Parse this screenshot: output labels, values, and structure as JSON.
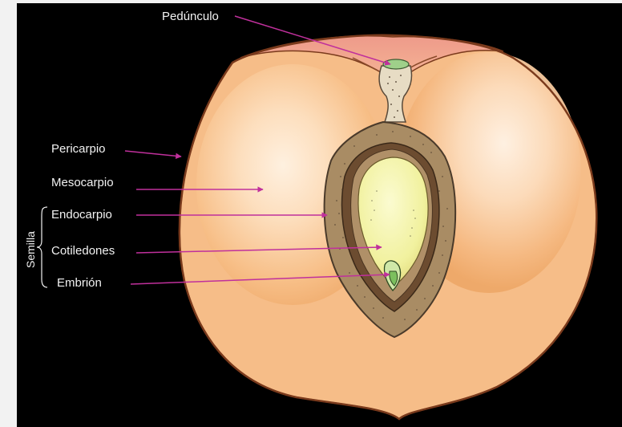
{
  "labels": {
    "peduncle": "Pedúnculo",
    "pericarp": "Pericarpio",
    "mesocarp": "Mesocarpio",
    "endocarp": "Endocarpio",
    "cotyledons": "Cotiledones",
    "embryo": "Embrión",
    "seed_group": "Semilla"
  },
  "colors": {
    "background": "#000000",
    "frame": "#f2f2f2",
    "arrow": "#c0309c",
    "flesh": "#f4b67c",
    "skin_top": "#f0a090",
    "endocarp": "#a88b62",
    "seed_coat": "#6a4a30",
    "cotyledon": "#f3f3b0",
    "embryo": "#8fcc7a"
  }
}
